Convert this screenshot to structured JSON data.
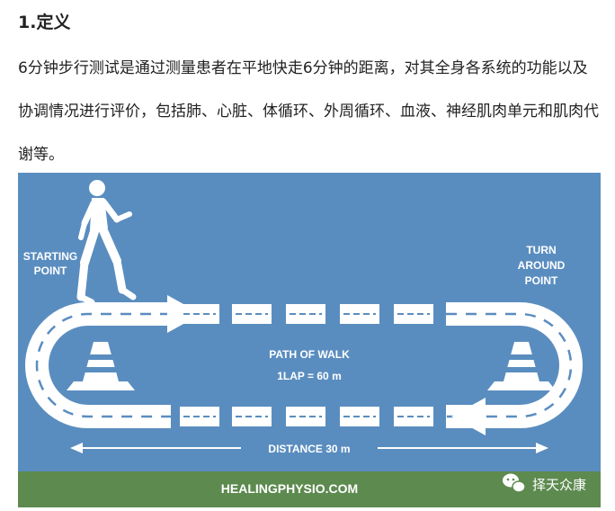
{
  "heading": "1.定义",
  "paragraph": "6分钟步行测试是通过测量患者在平地快走6分钟的距离，对其全身各系统的功能以及协调情况进行评价，包括肺、心脏、体循环、外周循环、血液、神经肌肉单元和肌肉代谢等。",
  "figure": {
    "start_label_line1": "STARTING",
    "start_label_line2": "POINT",
    "turn_label_line1": "TURN",
    "turn_label_line2": "AROUND",
    "turn_label_line3": "POINT",
    "path_label": "PATH OF WALK",
    "lap_label": "1LAP = 60 m",
    "distance_label": "DISTANCE 30 m",
    "footer_site": "HEALINGPHYSIO.COM",
    "watermark": "择天众康",
    "colors": {
      "sky": "#5a8dbf",
      "grass": "#5d8a4f",
      "track": "#ffffff"
    }
  }
}
